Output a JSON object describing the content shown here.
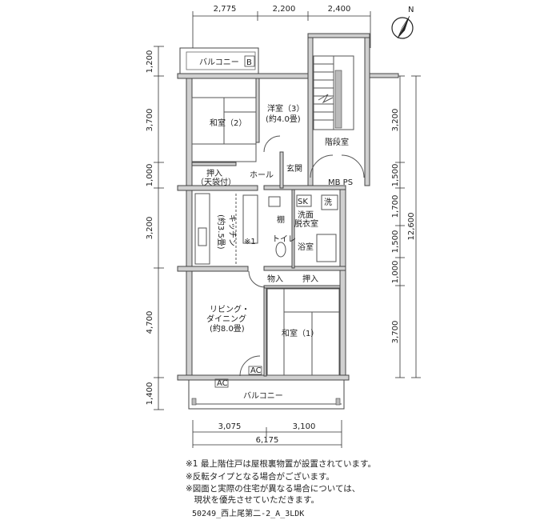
{
  "dimensions": {
    "top": [
      "2,775",
      "2,200",
      "2,400"
    ],
    "bottom": [
      "3,075",
      "3,100"
    ],
    "bottom_total": "6,175",
    "left": [
      "1,200",
      "3,700",
      "1,000",
      "3,200",
      "4,700",
      "1,400"
    ],
    "right": [
      "3,200",
      "1,500",
      "1,700",
      "1,500",
      "1,000",
      "3,700"
    ],
    "right_total": "12,600"
  },
  "compass": "N",
  "rooms": {
    "balcony_top": "バルコニー",
    "balcony_top_tag": "B",
    "washitsu2": "和室（2）",
    "youshitsu3_a": "洋室（3）",
    "youshitsu3_b": "(約4.0畳)",
    "stairs": "階段室",
    "oshiire_a": "押入",
    "oshiire_b": "（天袋付）",
    "hall": "ホール",
    "genkan": "玄関",
    "mb_ps": "MB PS",
    "sk": "SK",
    "sen": "洗",
    "tana": "棚",
    "senmen_a": "洗面",
    "senmen_b": "脱衣室",
    "kitchen_v": "キッチン",
    "kitchen_size_v": "(約3.5畳)",
    "note1_mark": "※1",
    "toilet": "トイレ",
    "bath": "浴室",
    "mono": "物入",
    "oshiire2": "押入",
    "living_a": "リビング・",
    "living_b": "ダイニング",
    "living_c": "(約8.0畳)",
    "washitsu1": "和室（1）",
    "ac1": "AC",
    "ac2": "AC",
    "balcony_bottom": "バルコニー"
  },
  "notes": [
    "※1 最上階住戸は屋根裏物置が設置されています。",
    "※反転タイプとなる場合がございます。",
    "※図面と実際の住宅が異なる場合については、",
    "　現状を優先させていただきます。"
  ],
  "code": "50249_西上尾第二-2_A_3LDK"
}
